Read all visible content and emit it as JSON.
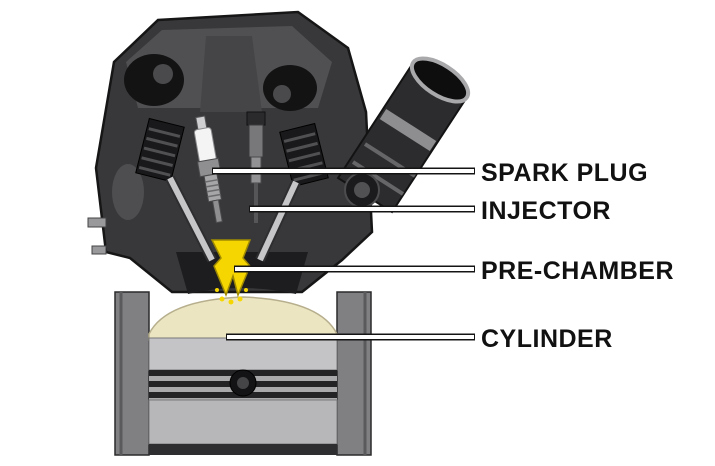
{
  "figure": {
    "labels": [
      {
        "id": "spark-plug",
        "text": "SPARK PLUG"
      },
      {
        "id": "injector",
        "text": "INJECTOR"
      },
      {
        "id": "pre-chamber",
        "text": "PRE-CHAMBER"
      },
      {
        "id": "cylinder",
        "text": "CYLINDER"
      }
    ],
    "colors": {
      "background": "#ffffff",
      "engine_dark": "#38383a",
      "engine_mid": "#78787b",
      "engine_light": "#c4c4c6",
      "pre_chamber_yellow": "#f6d600",
      "piston_cream": "#ebe5c2",
      "leader_line_fill": "#ffffff",
      "leader_line_border": "#141414",
      "label_text": "#111111"
    }
  }
}
